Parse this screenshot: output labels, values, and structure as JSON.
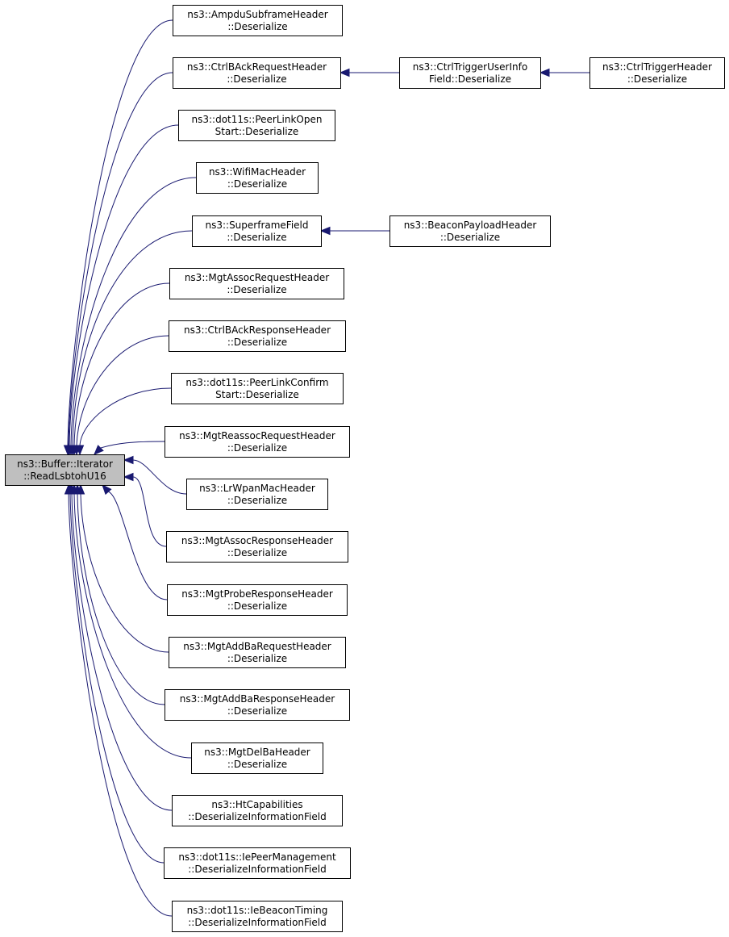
{
  "diagram": {
    "root": {
      "id": "root",
      "line1": "ns3::Buffer::Iterator",
      "line2": "::ReadLsbtohU16"
    },
    "nodes": [
      {
        "id": "n1",
        "line1": "ns3::AmpduSubframeHeader",
        "line2": "::Deserialize"
      },
      {
        "id": "n2",
        "line1": "ns3::CtrlBAckRequestHeader",
        "line2": "::Deserialize"
      },
      {
        "id": "n3",
        "line1": "ns3::dot11s::PeerLinkOpen",
        "line2": "Start::Deserialize"
      },
      {
        "id": "n4",
        "line1": "ns3::WifiMacHeader",
        "line2": "::Deserialize"
      },
      {
        "id": "n5",
        "line1": "ns3::SuperframeField",
        "line2": "::Deserialize"
      },
      {
        "id": "n6",
        "line1": "ns3::MgtAssocRequestHeader",
        "line2": "::Deserialize"
      },
      {
        "id": "n7",
        "line1": "ns3::CtrlBAckResponseHeader",
        "line2": "::Deserialize"
      },
      {
        "id": "n8",
        "line1": "ns3::dot11s::PeerLinkConfirm",
        "line2": "Start::Deserialize"
      },
      {
        "id": "n9",
        "line1": "ns3::MgtReassocRequestHeader",
        "line2": "::Deserialize"
      },
      {
        "id": "n10",
        "line1": "ns3::LrWpanMacHeader",
        "line2": "::Deserialize"
      },
      {
        "id": "n11",
        "line1": "ns3::MgtAssocResponseHeader",
        "line2": "::Deserialize"
      },
      {
        "id": "n12",
        "line1": "ns3::MgtProbeResponseHeader",
        "line2": "::Deserialize"
      },
      {
        "id": "n13",
        "line1": "ns3::MgtAddBaRequestHeader",
        "line2": "::Deserialize"
      },
      {
        "id": "n14",
        "line1": "ns3::MgtAddBaResponseHeader",
        "line2": "::Deserialize"
      },
      {
        "id": "n15",
        "line1": "ns3::MgtDelBaHeader",
        "line2": "::Deserialize"
      },
      {
        "id": "n16",
        "line1": "ns3::HtCapabilities",
        "line2": "::DeserializeInformationField"
      },
      {
        "id": "n17",
        "line1": "ns3::dot11s::IePeerManagement",
        "line2": "::DeserializeInformationField"
      },
      {
        "id": "n18",
        "line1": "ns3::dot11s::IeBeaconTiming",
        "line2": "::DeserializeInformationField"
      },
      {
        "id": "n19",
        "line1": "ns3::CtrlTriggerUserInfo",
        "line2": "Field::Deserialize"
      },
      {
        "id": "n20",
        "line1": "ns3::CtrlTriggerHeader",
        "line2": "::Deserialize"
      },
      {
        "id": "n21",
        "line1": "ns3::BeaconPayloadHeader",
        "line2": "::Deserialize"
      }
    ],
    "edges": [
      {
        "from": "n1",
        "to": "root"
      },
      {
        "from": "n2",
        "to": "root"
      },
      {
        "from": "n3",
        "to": "root"
      },
      {
        "from": "n4",
        "to": "root"
      },
      {
        "from": "n5",
        "to": "root"
      },
      {
        "from": "n6",
        "to": "root"
      },
      {
        "from": "n7",
        "to": "root"
      },
      {
        "from": "n8",
        "to": "root"
      },
      {
        "from": "n9",
        "to": "root"
      },
      {
        "from": "n10",
        "to": "root"
      },
      {
        "from": "n11",
        "to": "root"
      },
      {
        "from": "n12",
        "to": "root"
      },
      {
        "from": "n13",
        "to": "root"
      },
      {
        "from": "n14",
        "to": "root"
      },
      {
        "from": "n15",
        "to": "root"
      },
      {
        "from": "n16",
        "to": "root"
      },
      {
        "from": "n17",
        "to": "root"
      },
      {
        "from": "n18",
        "to": "root"
      },
      {
        "from": "n19",
        "to": "n2"
      },
      {
        "from": "n20",
        "to": "n19"
      },
      {
        "from": "n21",
        "to": "n5"
      }
    ],
    "colors": {
      "edge": "#191970",
      "root_fill": "#bfbfbf",
      "node_fill": "#ffffff",
      "border": "#000000"
    }
  }
}
